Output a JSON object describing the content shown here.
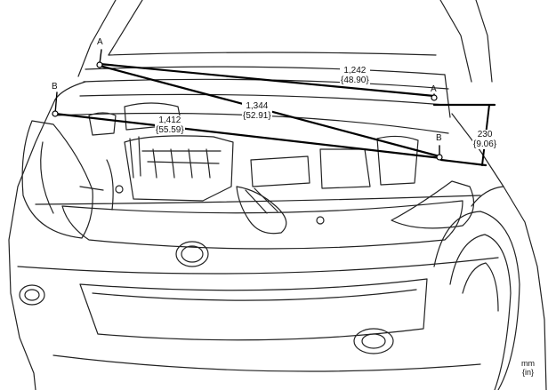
{
  "points": {
    "a_left": "A",
    "a_right": "A",
    "b_left": "B",
    "b_right": "B"
  },
  "dimensions": {
    "a_to_a": {
      "mm": "1,242",
      "in": "{48.90}"
    },
    "a_to_b": {
      "mm": "1,344",
      "in": "{52.91}"
    },
    "b_to_b": {
      "mm": "1,412",
      "in": "{55.59}"
    },
    "height": {
      "mm": "230",
      "in": "{9.06}"
    }
  },
  "units": {
    "primary": "mm",
    "secondary": "{in}"
  }
}
